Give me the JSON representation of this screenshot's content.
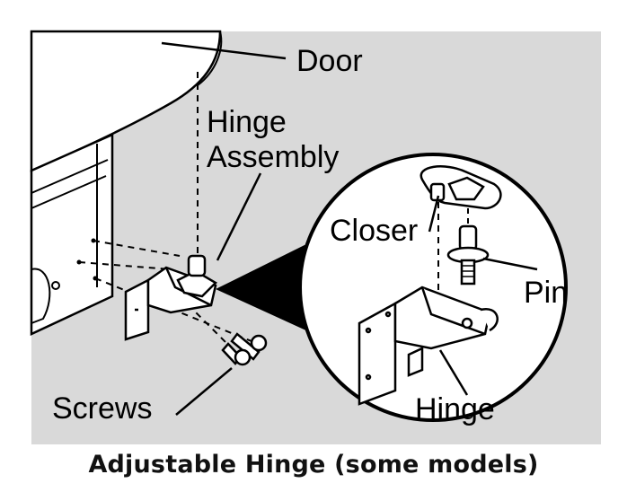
{
  "labels": {
    "door": "Door",
    "hinge_assembly_line1": "Hinge",
    "hinge_assembly_line2": "Assembly",
    "closer": "Closer",
    "pin": "Pin",
    "hinge": "Hinge",
    "screws": "Screws"
  },
  "caption": "Adjustable Hinge (some models)",
  "colors": {
    "background_panel": "#d9d9d9",
    "magnifier_fill": "#ffffff",
    "line": "#000000"
  }
}
